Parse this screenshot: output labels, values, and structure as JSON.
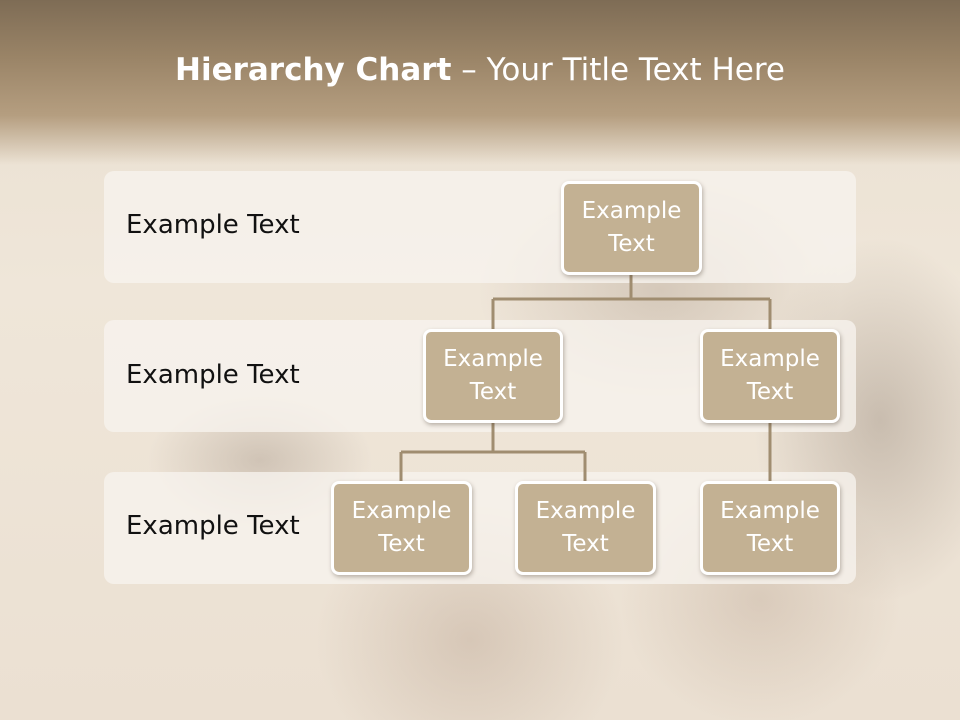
{
  "title": {
    "bold": "Hierarchy Chart",
    "rest": " – Your Title Text Here"
  },
  "rows": [
    {
      "label": "Example Text"
    },
    {
      "label": "Example Text"
    },
    {
      "label": "Example Text"
    }
  ],
  "nodes": {
    "root": "Example\nText",
    "level2_left": "Example\nText",
    "level2_right": "Example\nText",
    "level3_left": "Example\nText",
    "level3_middle": "Example\nText",
    "level3_right": "Example\nText"
  },
  "colors": {
    "node_fill": "#c3b193",
    "connector": "#a08d70",
    "header": "#8c775c"
  }
}
